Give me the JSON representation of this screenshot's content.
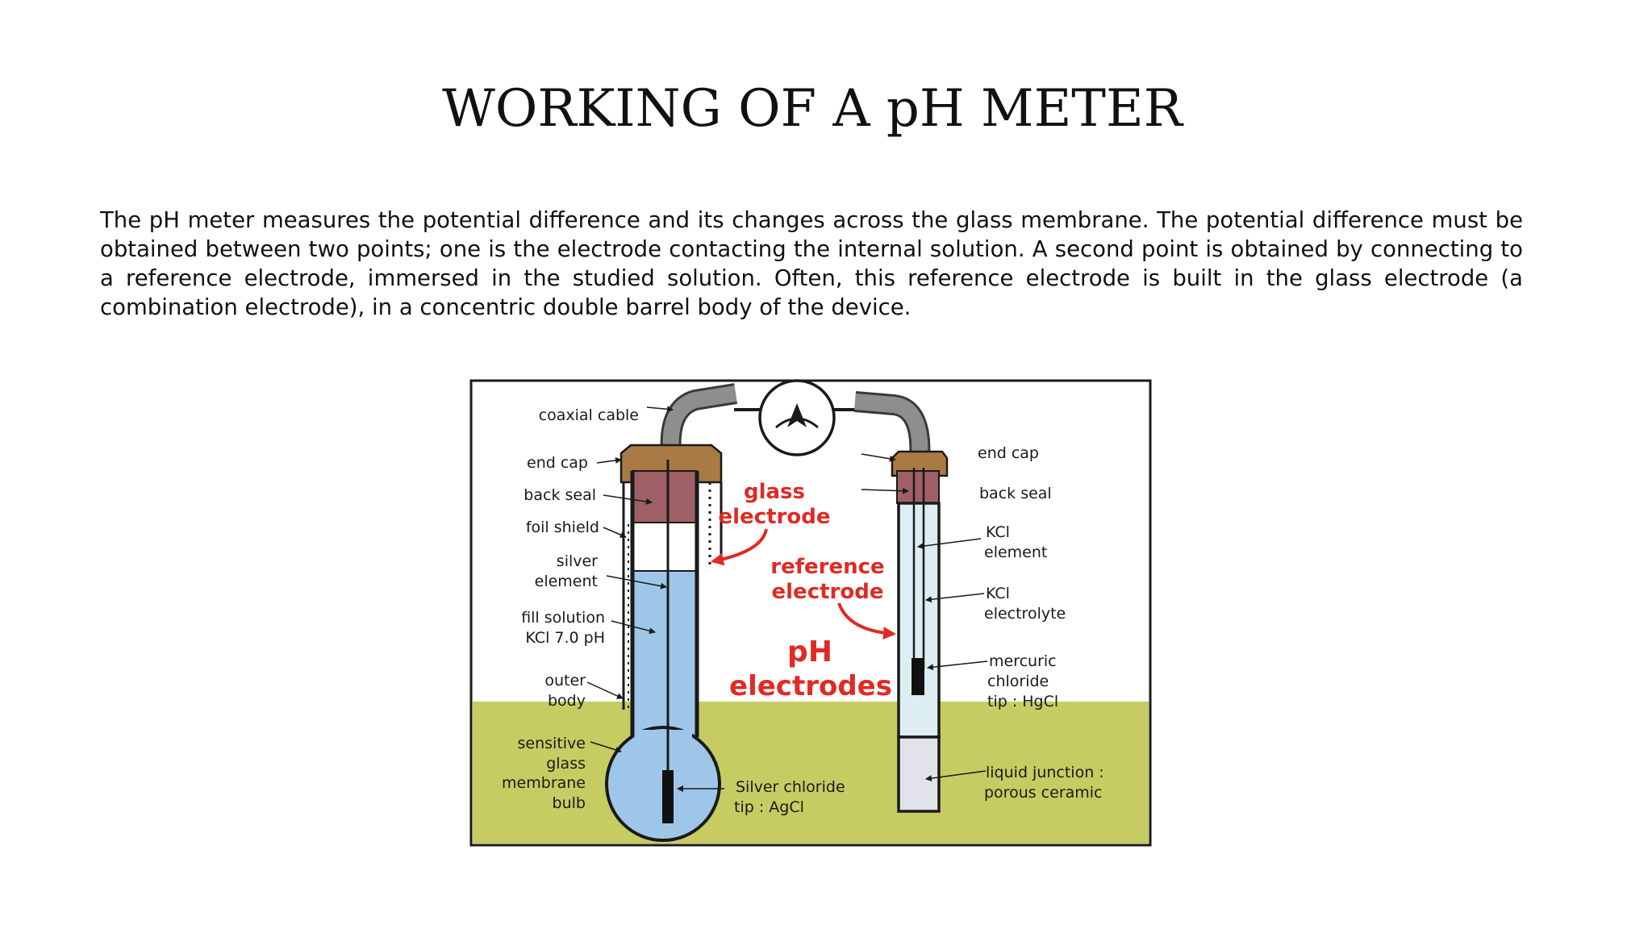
{
  "slide": {
    "title": "WORKING OF A pH METER",
    "paragraph": "The pH meter measures the potential difference and its changes across the glass membrane. The potential difference must be obtained between two points; one is the electrode contacting the internal solution. A second point is obtained by connecting to a reference electrode, immersed in the studied solution. Often, this reference electrode is built in the glass electrode (a combination electrode), in a concentric double barrel body of the device."
  },
  "diagram": {
    "left_labels": {
      "coaxial_cable": "coaxial cable",
      "end_cap": "end cap",
      "back_seal": "back seal",
      "foil_shield": "foil shield",
      "silver_1": "silver",
      "silver_2": "element",
      "fill_1": "fill solution",
      "fill_2": "KCl 7.0 pH",
      "outer_1": "outer",
      "outer_2": "body",
      "sens_1": "sensitive",
      "sens_2": "glass",
      "sens_3": "membrane",
      "sens_4": "bulb"
    },
    "center_labels": {
      "glass_1": "glass",
      "glass_2": "electrode",
      "ref_1": "reference",
      "ref_2": "electrode",
      "ph_1": "pH",
      "ph_2": "electrodes",
      "silver_chloride_1": "Silver chloride",
      "silver_chloride_2": "tip : AgCl"
    },
    "right_labels": {
      "end_cap": "end cap",
      "back_seal": "back seal",
      "kcl_el_1": "KCl",
      "kcl_el_2": "element",
      "kcl_ly_1": "KCl",
      "kcl_ly_2": "electrolyte",
      "merc_1": "mercuric",
      "merc_2": "chloride",
      "merc_3": "tip : HgCl",
      "lj_1": "liquid junction :",
      "lj_2": "porous ceramic"
    },
    "colors": {
      "ground": "#c6cc62",
      "fill_solution": "#9ec6e8",
      "reference_body": "#ddeef2",
      "cap": "#a97a44",
      "seal": "#9e6066",
      "junction": "#e2e2ea",
      "cable": "#8a8a8a",
      "red": "#e02a24"
    }
  }
}
